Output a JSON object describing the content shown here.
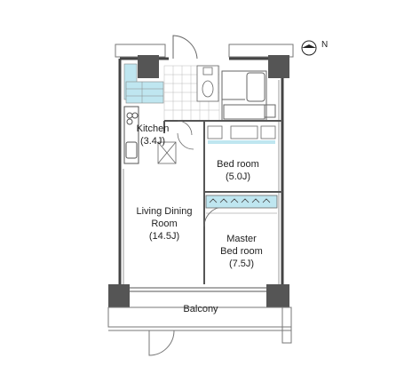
{
  "compass": {
    "letter": "N"
  },
  "rooms": {
    "kitchen": {
      "name": "Kitchen",
      "size": "(3.4J)"
    },
    "bedroom": {
      "name": "Bed room",
      "size": "(5.0J)"
    },
    "living": {
      "line1": "Living Dining",
      "line2": "Room",
      "size": "(14.5J)"
    },
    "master": {
      "line1": "Master",
      "line2": "Bed room",
      "size": "(7.5J)"
    },
    "balcony": {
      "name": "Balcony"
    }
  },
  "colors": {
    "wall": "#444444",
    "column": "#555555",
    "tile": "#bfe6f0",
    "wet": "#cfeaf2",
    "line": "#666666"
  }
}
